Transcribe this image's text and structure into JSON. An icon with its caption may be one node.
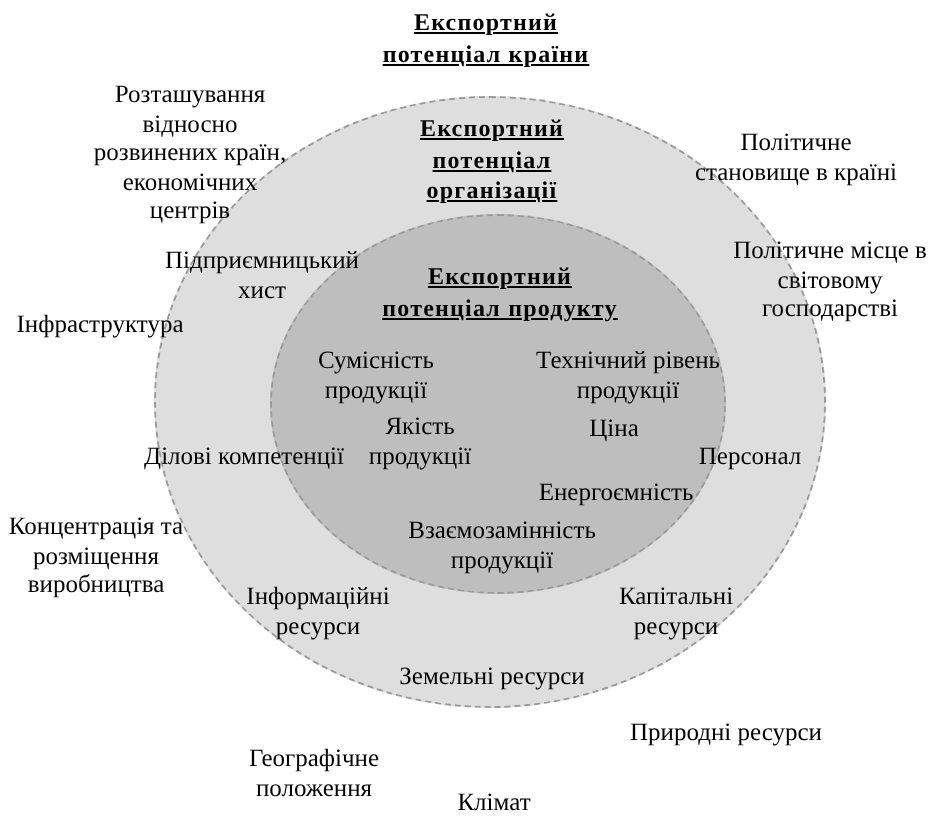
{
  "diagram": {
    "title": "Експортний потенціал країни",
    "nodes": [
      {
        "text": [
          "Експортний потенціал організації",
          "Підприємницький хист",
          "Ділові компетенції",
          "Персонал",
          "Інформаційні ресурси",
          "Капітальні ресурси",
          "Земельні ресурси"
        ]
      },
      {
        "text": [
          "Експортний потенціал продукту",
          "Сумісність продукції",
          "Технічний рівень продукції",
          "Якість продукції",
          "Ціна",
          "Енергоємність",
          "Взаємозамінність продукції"
        ],
        "in": 0
      }
    ],
    "labels": [
      "Розташування відносно розвинених країн, економічних центрів",
      "Політичне становище в країні",
      "Політичне місце в світовому господарстві",
      "Інфраструктура",
      "Концентрація та розміщення виробництва",
      "Природні ресурси",
      "Географічне положення",
      "Клімат"
    ]
  }
}
